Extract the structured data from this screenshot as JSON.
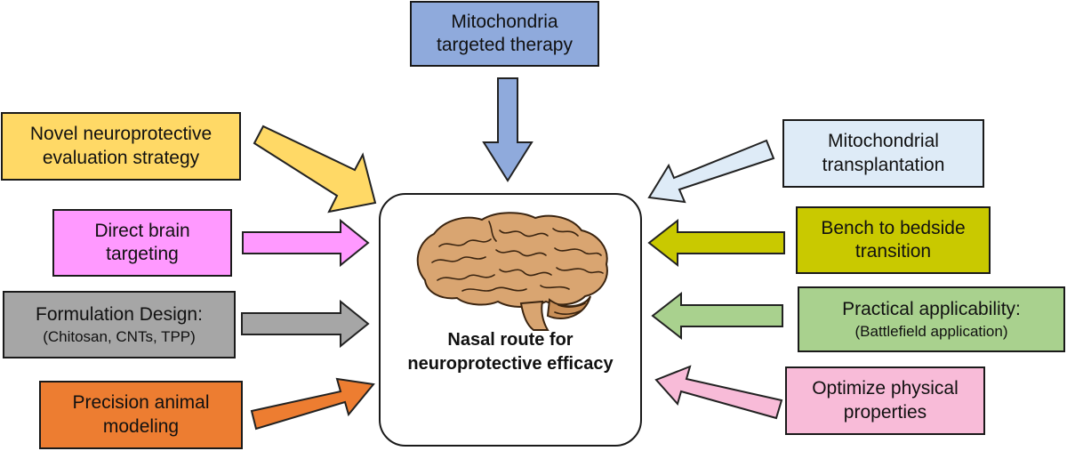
{
  "center": {
    "line1": "Nasal route for",
    "line2": "neuroprotective efficacy"
  },
  "boxes": {
    "top": {
      "line1": "Mitochondria",
      "line2": "targeted therapy",
      "color": "#8faadc"
    },
    "left1": {
      "line1": "Novel neuroprotective",
      "line2": "evaluation strategy",
      "color": "#ffd966"
    },
    "left2": {
      "line1": "Direct brain",
      "line2": "targeting",
      "color": "#ff99ff"
    },
    "left3": {
      "line1": "Formulation Design:",
      "line2": "(Chitosan, CNTs, TPP)",
      "color": "#a6a6a6"
    },
    "left4": {
      "line1": "Precision animal",
      "line2": "modeling",
      "color": "#ed7d31"
    },
    "right1": {
      "line1": "Mitochondrial",
      "line2": "transplantation",
      "color": "#deebf7"
    },
    "right2": {
      "line1": "Bench to bedside",
      "line2": "transition",
      "color": "#c9c900"
    },
    "right3": {
      "line1": "Practical applicability:",
      "line2": "(Battlefield application)",
      "color": "#a9d18e"
    },
    "right4": {
      "line1": "Optimize physical",
      "line2": "properties",
      "color": "#f8bbd8"
    }
  },
  "icons": {
    "center": "brain-icon"
  }
}
